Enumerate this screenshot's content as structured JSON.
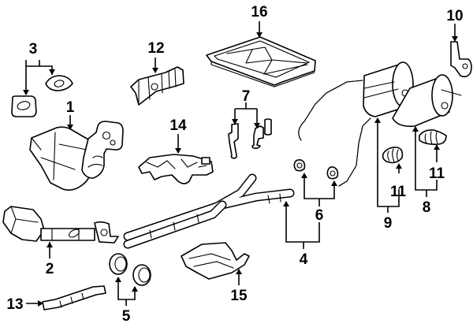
{
  "diagram": {
    "subject": "Exhaust system components",
    "colors": {
      "line": "#000000",
      "background": "#ffffff"
    },
    "callouts": [
      {
        "id": "1",
        "label": "1",
        "part": "catalytic converter (front)"
      },
      {
        "id": "2",
        "label": "2",
        "part": "catalytic converter with pipe"
      },
      {
        "id": "3",
        "label": "3",
        "part": "gaskets"
      },
      {
        "id": "4",
        "label": "4",
        "part": "intermediate Y-pipe"
      },
      {
        "id": "5",
        "label": "5",
        "part": "seal rings"
      },
      {
        "id": "6",
        "label": "6",
        "part": "clamps"
      },
      {
        "id": "7",
        "label": "7",
        "part": "hangers"
      },
      {
        "id": "8",
        "label": "8",
        "part": "muffler (right)"
      },
      {
        "id": "9",
        "label": "9",
        "part": "muffler (left)"
      },
      {
        "id": "10",
        "label": "10",
        "part": "bracket"
      },
      {
        "id": "11a",
        "label": "11",
        "part": "tailpipe tip"
      },
      {
        "id": "11b",
        "label": "11",
        "part": "tailpipe tip"
      },
      {
        "id": "12",
        "label": "12",
        "part": "heat shield"
      },
      {
        "id": "13",
        "label": "13",
        "part": "support bracket"
      },
      {
        "id": "14",
        "label": "14",
        "part": "heat shield"
      },
      {
        "id": "15",
        "label": "15",
        "part": "heat shield"
      },
      {
        "id": "16",
        "label": "16",
        "part": "heat shield (rear)"
      }
    ]
  }
}
